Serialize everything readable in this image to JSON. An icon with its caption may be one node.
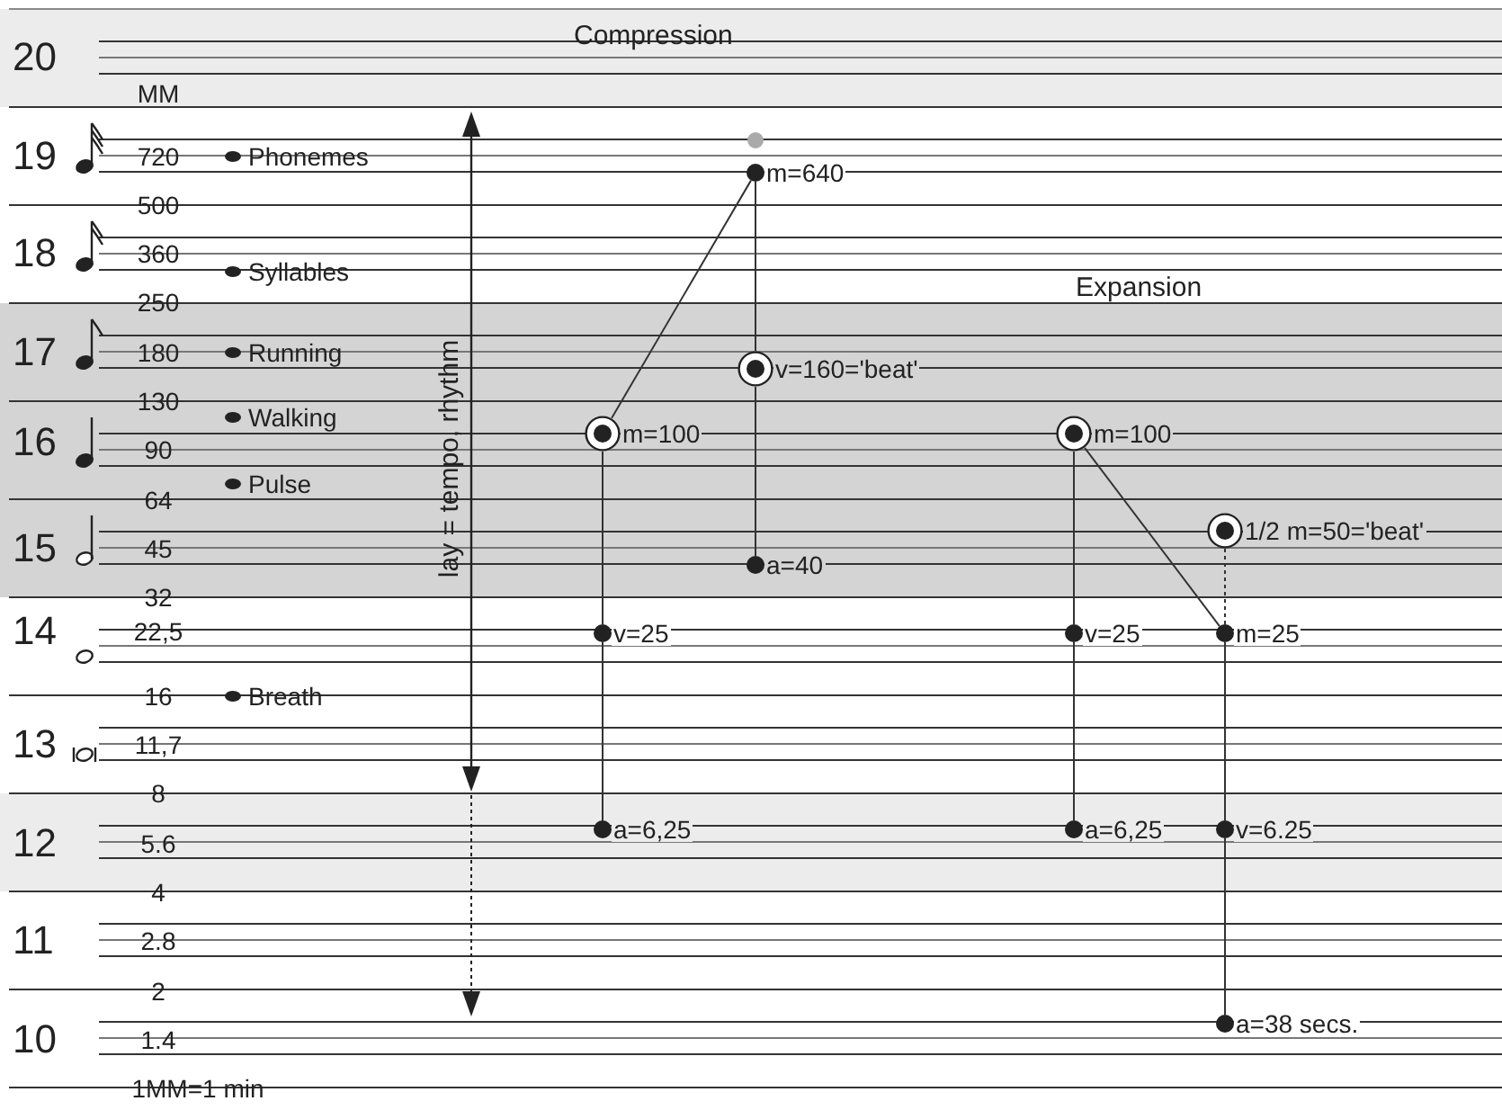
{
  "diagram": {
    "nodes": [
      {
        "text": [
          "m=100"
        ]
      },
      {
        "text": [
          "m=640"
        ]
      },
      {
        "text": [
          "v=160='beat'"
        ]
      },
      {
        "text": [
          "a=40"
        ]
      },
      {
        "text": [
          "v=25"
        ]
      },
      {
        "text": [
          "a=6,25"
        ]
      },
      {
        "text": [
          "m=100"
        ]
      },
      {
        "text": [
          "1/2 m=50='beat'"
        ]
      },
      {
        "text": [
          "v=25"
        ]
      },
      {
        "text": [
          "a=6,25"
        ]
      },
      {
        "text": [
          "m=25"
        ]
      },
      {
        "text": [
          "v=6.25"
        ]
      },
      {
        "text": [
          "a=38 secs."
        ]
      }
    ],
    "edges": [
      {
        "from": 0,
        "to": 1,
        "arrow": "none"
      },
      {
        "from": 1,
        "to": 2,
        "arrow": "none"
      },
      {
        "from": 2,
        "to": 3,
        "arrow": "none"
      },
      {
        "from": 0,
        "to": 4,
        "arrow": "none"
      },
      {
        "from": 4,
        "to": 5,
        "arrow": "none"
      },
      {
        "from": 6,
        "to": 8,
        "arrow": "none"
      },
      {
        "from": 8,
        "to": 9,
        "arrow": "none"
      },
      {
        "from": 6,
        "to": 10,
        "arrow": "none"
      },
      {
        "from": 7,
        "to": 10,
        "arrow": "none",
        "style": "dashed"
      },
      {
        "from": 10,
        "to": 11,
        "arrow": "none"
      },
      {
        "from": 11,
        "to": 12,
        "arrow": "none"
      }
    ],
    "labels": [
      "20",
      "MM",
      "Compression",
      "19",
      "720",
      "Phonemes",
      "500",
      "18",
      "360",
      "Syllables",
      "Expansion",
      "250",
      "17",
      "180",
      "Running",
      "lay = tempo, rhythm",
      "130",
      "Walking",
      "16",
      "90",
      "Pulse",
      "64",
      "15",
      "45",
      "32",
      "14",
      "22,5",
      "16",
      "Breath",
      "13",
      "11,7",
      "8",
      "12",
      "5.6",
      "4",
      "11",
      "2.8",
      "2",
      "10",
      "1.4",
      "1MM=1 min"
    ]
  }
}
